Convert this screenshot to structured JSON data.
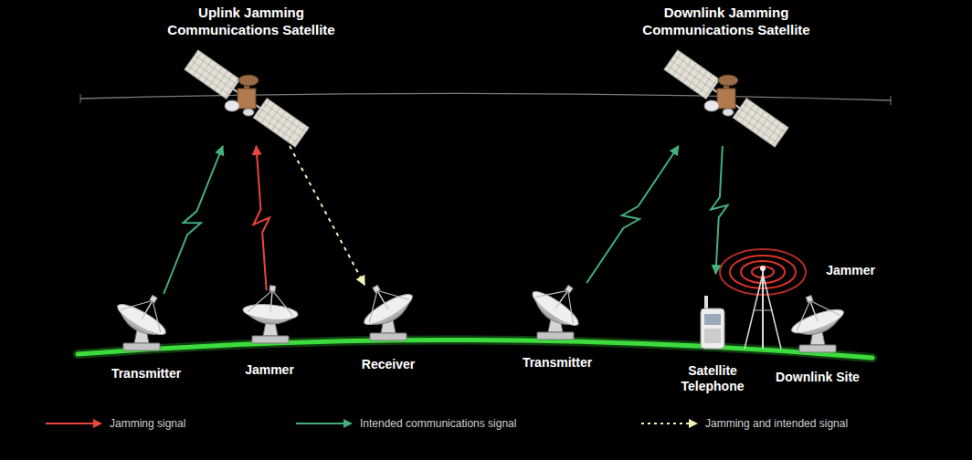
{
  "diagram": {
    "nodes": [
      {
        "text": [
          "Uplink Jamming Communications Satellite"
        ]
      },
      {
        "text": [
          "Transmitter"
        ]
      },
      {
        "text": [
          "Jammer"
        ]
      },
      {
        "text": [
          "Receiver"
        ]
      },
      {
        "text": [
          "Downlink Jamming Communications Satellite"
        ]
      },
      {
        "text": [
          "Transmitter"
        ]
      },
      {
        "text": [
          "Jammer"
        ]
      },
      {
        "text": [
          "Satellite Telephone"
        ]
      },
      {
        "text": [
          "Downlink Site"
        ]
      }
    ],
    "edges": [
      {
        "from": 1,
        "to": 0,
        "arrow": "to"
      },
      {
        "from": 2,
        "to": 0,
        "arrow": "to"
      },
      {
        "from": 0,
        "to": 3,
        "arrow": "to"
      },
      {
        "from": 5,
        "to": 4,
        "arrow": "to"
      },
      {
        "from": 4,
        "to": 7,
        "arrow": "to"
      }
    ],
    "legend": [
      {
        "text": "Jamming signal"
      },
      {
        "text": "Intended communications signal"
      },
      {
        "text": "Jamming and intended signal"
      }
    ]
  }
}
